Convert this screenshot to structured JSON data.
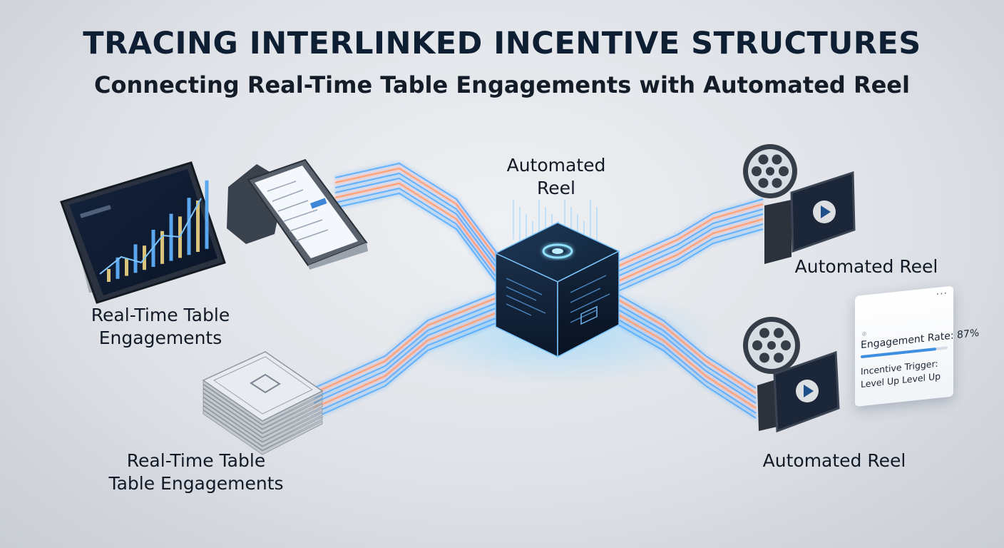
{
  "title": "TRACING INTERLINKED INCENTIVE STRUCTURES",
  "subtitle": "Connecting Real-Time Table Engagements with Automated Reel",
  "labels": {
    "hub_line1": "Automated",
    "hub_line2": "Reel",
    "left_top_line1": "Real-Time Table",
    "left_top_line2": "Engagements",
    "left_bottom_line1": "Real-Time Table",
    "left_bottom_line2": "Table Engagements",
    "right_top": "Automated Reel",
    "right_bottom": "Automated Reel"
  },
  "popup": {
    "rate_text": "Engagement Rate: 87%",
    "rate_value": 87,
    "trigger_text": "Incentive Trigger: Level Up Level Up"
  },
  "colors": {
    "blue_stream": "#4aa8ff",
    "orange_stream": "#ff9a6a",
    "hub_glow": "#5fc2ff",
    "title_color": "#0f1f33"
  },
  "icons": {
    "tablet": "analytics-tablet-icon",
    "pos": "pos-terminal-icon",
    "cards": "card-deck-icon",
    "reel": "film-reel-icon",
    "hub": "processing-cube-icon"
  }
}
